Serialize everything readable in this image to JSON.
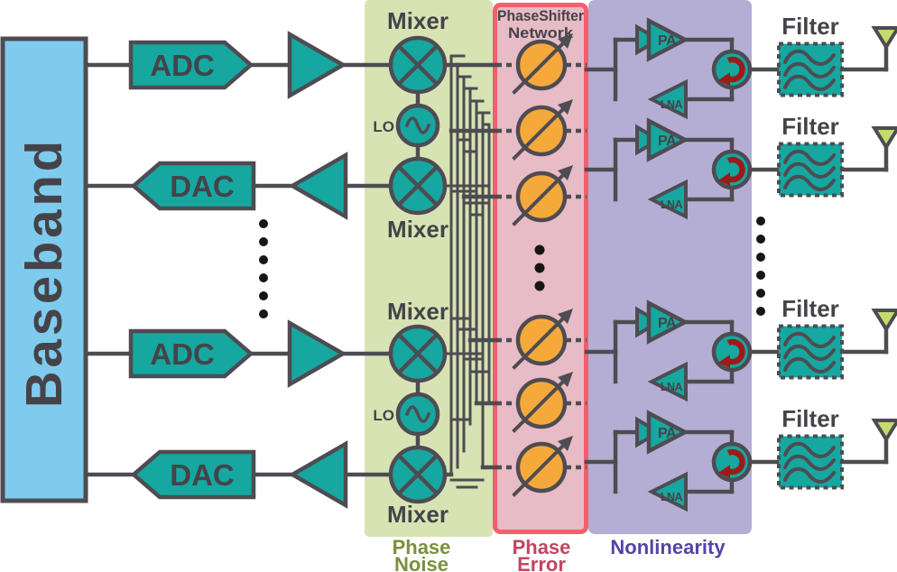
{
  "labels": {
    "baseband": "Baseband",
    "adc": "ADC",
    "dac": "DAC",
    "mixer": "Mixer",
    "lo": "LO",
    "psn_line1": "PhaseShifter",
    "psn_line2": "Network",
    "pa": "PA",
    "lna": "LNA",
    "filter": "Filter"
  },
  "regions": {
    "phase_noise": {
      "label_line1": "Phase",
      "label_line2": "Noise",
      "fill": "#D8E3B4",
      "text_color": "#7C8F3E"
    },
    "phase_error": {
      "label_line1": "Phase",
      "label_line2": "Error",
      "fill": "#E7BCC6",
      "border_color": "#F0606D",
      "text_color": "#C24560"
    },
    "nonlinearity": {
      "label": "Nonlinearity",
      "fill": "#B5AED4",
      "text_color": "#5145A5"
    }
  },
  "colors": {
    "component_teal": "#16A7A0",
    "outline_gray": "#4E4C52",
    "baseband_blue": "#7FCBEE",
    "phase_shifter_orange": "#F6A93B",
    "antenna_green": "#C3DC6B",
    "circulator_arrow_red": "#9E1A1A",
    "text_dark": "#454349"
  }
}
